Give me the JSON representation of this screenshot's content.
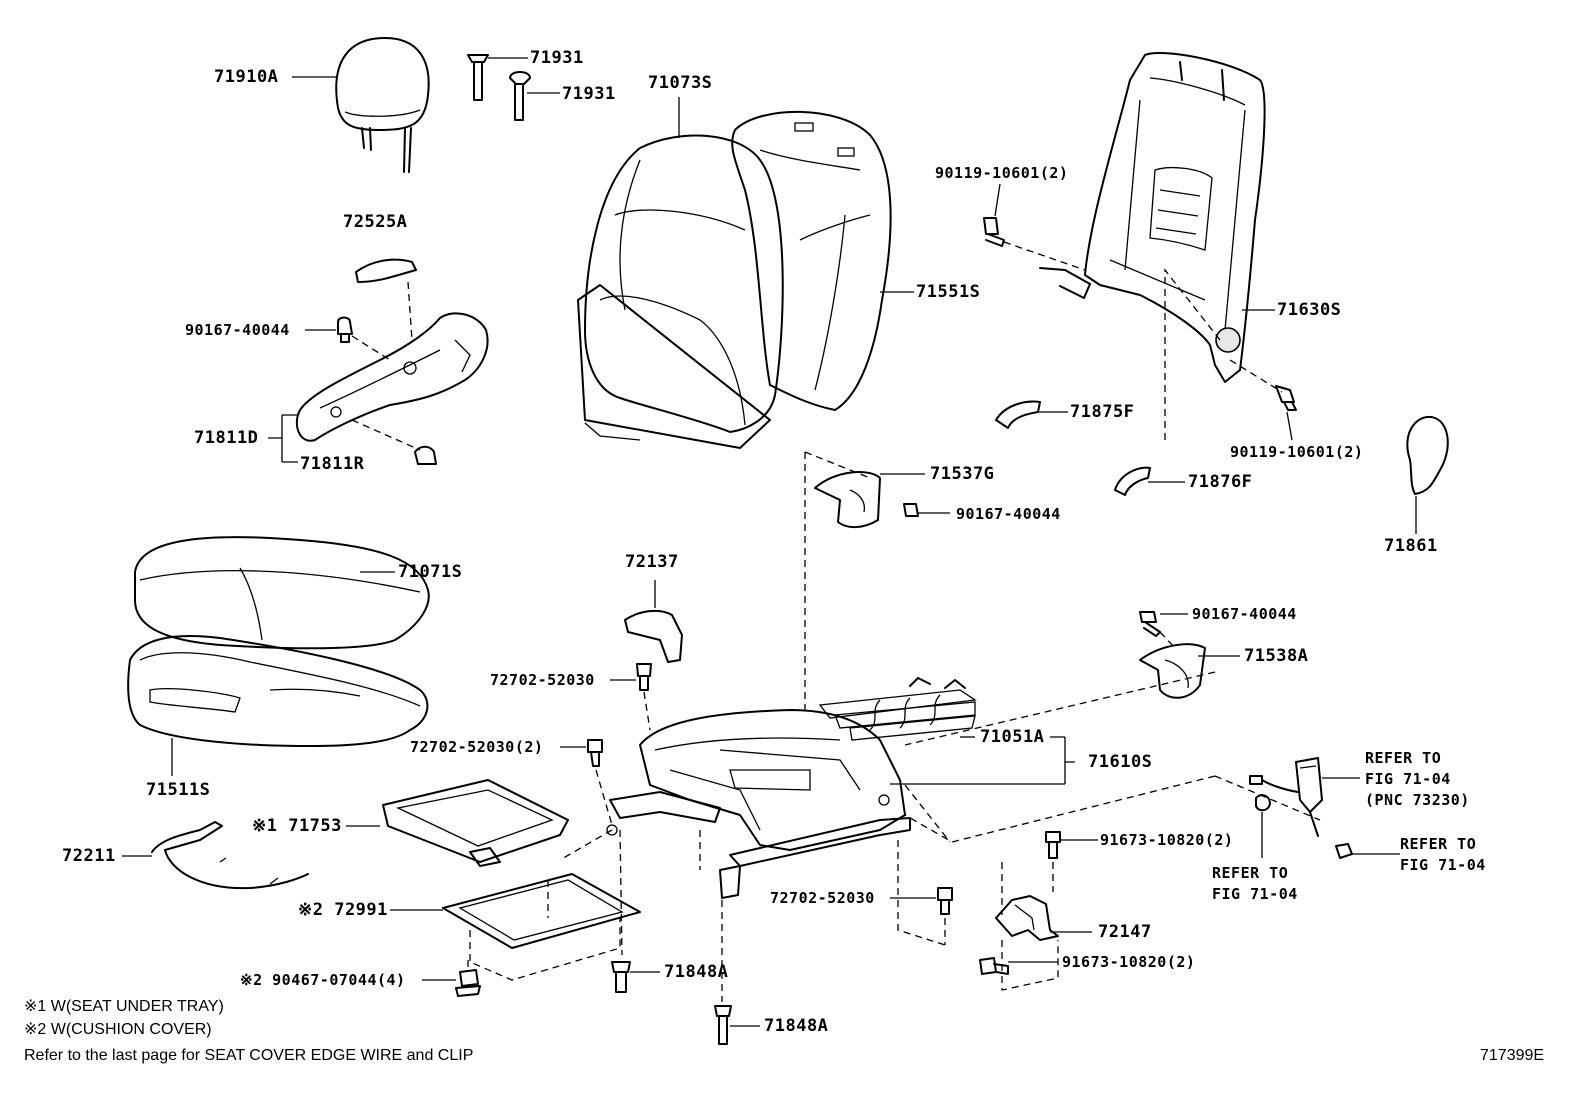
{
  "labels": {
    "p71910A": "71910A",
    "p71931a": "71931",
    "p71931b": "71931",
    "p71073S": "71073S",
    "p90119a": "90119-10601(2)",
    "p72525A": "72525A",
    "p71551S": "71551S",
    "p71630S": "71630S",
    "p90167a": "90167-40044",
    "p71811D": "71811D",
    "p71811R": "71811R",
    "p71875F": "71875F",
    "p71537G": "71537G",
    "p90119b": "90119-10601(2)",
    "p71876F": "71876F",
    "p90167b": "90167-40044",
    "p71861": "71861",
    "p71071S": "71071S",
    "p72137": "72137",
    "p90167c": "90167-40044",
    "p71538A": "71538A",
    "p72702a": "72702-52030",
    "p71051A": "71051A",
    "p71610S": "71610S",
    "p72702b": "72702-52030(2)",
    "p71511S": "71511S",
    "refer1a": "REFER TO",
    "refer1b": "FIG 71-04",
    "refer1c": "(PNC 73230)",
    "p71753": "※1 71753",
    "p91673a": "91673-10820(2)",
    "refer2a": "REFER TO",
    "refer2b": "FIG 71-04",
    "refer3a": "REFER TO",
    "refer3b": "FIG 71-04",
    "p72211": "72211",
    "p72702c": "72702-52030",
    "p72991": "※2 72991",
    "p72147": "72147",
    "p91673b": "91673-10820(2)",
    "p90467": "※2 90467-07044(4)",
    "p71848Aa": "71848A",
    "p71848Ab": "71848A"
  },
  "notes": {
    "n1": "※1 W(SEAT UNDER TRAY)",
    "n2": "※2 W(CUSHION COVER)",
    "n3": "Refer to the last page for SEAT COVER EDGE WIRE and CLIP",
    "figure_id": "717399E"
  }
}
